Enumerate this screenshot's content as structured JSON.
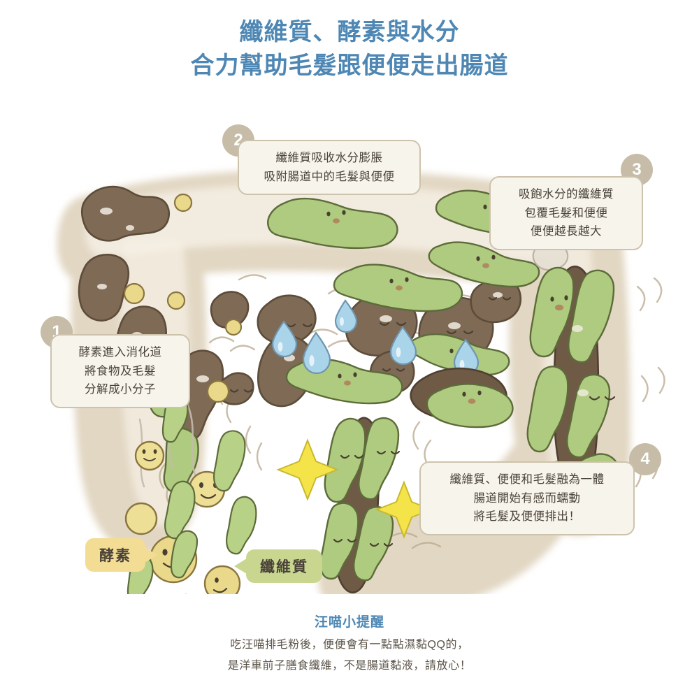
{
  "title": {
    "line1": "纖維質、酵素與水分",
    "line2": "合力幫助毛髮跟便便走出腸道",
    "color": "#4e87b4"
  },
  "steps": [
    {
      "number": "1",
      "lines": [
        "酵素進入消化道",
        "將食物及毛髮",
        "分解成小分子"
      ]
    },
    {
      "number": "2",
      "lines": [
        "纖維質吸收水分膨脹",
        "吸附腸道中的毛髮與便便"
      ]
    },
    {
      "number": "3",
      "lines": [
        "吸飽水分的纖維質",
        "包覆毛髮和便便",
        "便便越長越大"
      ]
    },
    {
      "number": "4",
      "lines": [
        "纖維質、便便和毛髮融為一體",
        "腸道開始有感而蠕動",
        "將毛髮及便便排出！"
      ]
    }
  ],
  "legend": {
    "enzyme": {
      "label": "酵素",
      "color": "#f3dd95"
    },
    "fiber": {
      "label": "纖維質",
      "color": "#c9d690"
    }
  },
  "note": {
    "title": "汪喵小提醒",
    "line1": "吃汪喵排毛粉後，便便會有一點點濕黏QQ的，",
    "line2": "是洋車前子膳食纖維，不是腸道黏液，請放心！"
  },
  "palette": {
    "intestine_wall": "#e2d7c3",
    "intestine_wall_light": "#ece4d6",
    "poop_brown": "#7e6a55",
    "fiber_green": "#aecb7f",
    "enzyme_yellow": "#ead98a",
    "water_blue": "#a9d4ea",
    "sparkle_yellow": "#f5e449",
    "outline": "#6b5b48",
    "callout_bg": "#f7f4ec",
    "callout_border": "#cdc3ad",
    "badge": "#c6bca7"
  },
  "icons": {
    "enzyme": "enzyme-blob-icon",
    "fiber": "fiber-blob-icon",
    "poop": "poop-blob-icon",
    "water_drop": "water-drop-icon",
    "sparkle": "sparkle-icon"
  }
}
